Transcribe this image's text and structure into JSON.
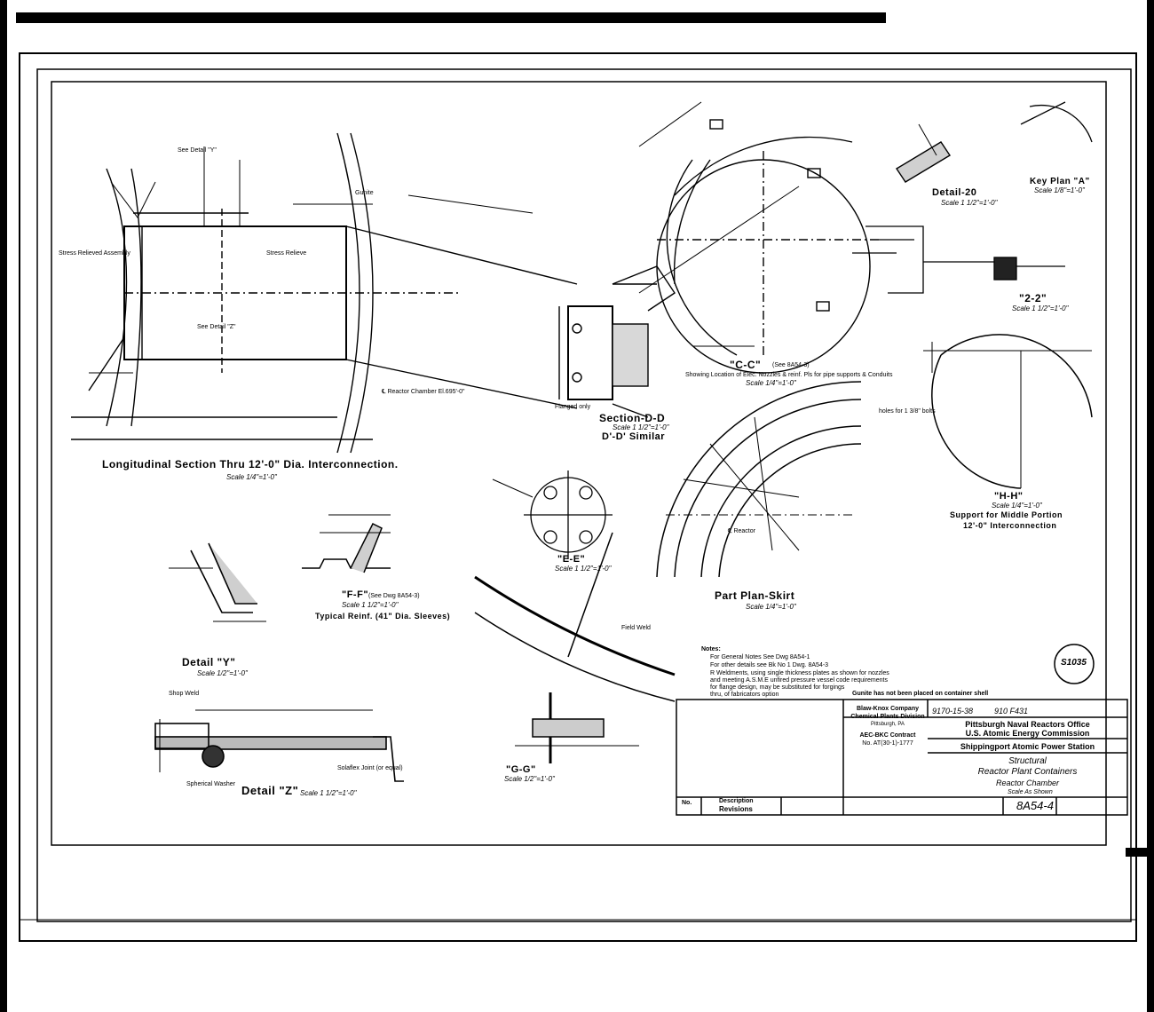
{
  "titles": {
    "longitudinal_section": "Longitudinal Section Thru 12'-0\" Dia. Interconnection.",
    "section_dd": "Section-D-D",
    "dd_similar": "D'-D' Similar",
    "cc": "\"C-C\"",
    "cc_ref": "(See 8A54-3)",
    "cc_sub": "Showing Location of Elec. Nozzles & reinf. Pls for pipe supports & Conduits",
    "detail_20": "Detail-20",
    "key_plan_a": "Key Plan \"A\"",
    "two_two": "\"2-2\"",
    "hh": "\"H-H\"",
    "hh_sub1": "Support for Middle Portion",
    "hh_sub2": "12'-0\" Interconnection",
    "ee": "\"E-E\"",
    "part_plan": "Part Plan-Skirt",
    "ff": "\"F-F\"",
    "ff_ref": "(See Dwg 8A54-3)",
    "typical_reinf": "Typical Reinf. (41\" Dia. Sleeves)",
    "detail_y": "Detail \"Y\"",
    "detail_z": "Detail \"Z\"",
    "gg": "\"G-G\""
  },
  "scales": {
    "longitudinal": "Scale 1/4\"=1'-0\"",
    "dd": "Scale 1 1/2\"=1'-0\"",
    "cc": "Scale 1/4\"=1'-0\"",
    "detail_20": "Scale 1 1/2\"=1'-0\"",
    "key_plan": "Scale 1/8\"=1'-0\"",
    "two_two": "Scale 1 1/2\"=1'-0\"",
    "hh": "Scale 1/4\"=1'-0\"",
    "ee": "Scale 1 1/2\"=1'-0\"",
    "part_plan": "Scale 1/4\"=1'-0\"",
    "ff": "Scale 1 1/2\"=1'-0\"",
    "detail_y": "Scale 1/2\"=1'-0\"",
    "detail_z": "Scale 1 1/2\"=1'-0\"",
    "gg": "Scale 1/2\"=1'-0\""
  },
  "annotations": {
    "gunite": "Gunite",
    "stress_relieve": "Stress Relieve",
    "stress_relieved_assembly": "Stress Relieved Assembly",
    "see_detail_y": "See Detail \"Y\"",
    "see_detail_z": "See Detail \"Z\"",
    "reactor": "℄ Reactor",
    "reactor_chamber_el": "℄ Reactor Chamber El.695'-0\"",
    "flanged_only": "Flanged only",
    "shop_weld": "Shop Weld",
    "field_weld": "Field Weld",
    "spherical_washer": "Spherical Washer",
    "solaflex": "Solaflex Joint (or equal)",
    "holes": "holes for 1 3/8\" bolts",
    "notes_title": "Notes:",
    "note1": "For General Notes See Dwg 8A54-1",
    "note2": "For other details see Bk No 1 Dwg. 8A54-3",
    "note3": "R Weldments, using single thickness plates as shown for nozzles",
    "note4": "and meeting A.S.M.E unfired pressure vessel code requirements",
    "note5": "for flange design, may be substituted for forgings",
    "note6": "thru, of fabricators option",
    "note7": "Gunite has not been placed on container shell",
    "stamp": "S1035"
  },
  "title_block": {
    "company1": "Blaw-Knox Company",
    "company2": "Chemical Plants Division",
    "company3": "Pittsburgh, PA",
    "contract1": "AEC-BKC Contract",
    "contract2": "No. AT(30-1)-1777",
    "job1": "9170-15-38",
    "job2": "910 F431",
    "office1": "Pittsburgh Naval Reactors Office",
    "office2": "U.S. Atomic Energy Commission",
    "station": "Shippingport Atomic Power Station",
    "subject1": "Structural",
    "subject2": "Reactor Plant Containers",
    "subject3": "Reactor Chamber",
    "scale_note": "Scale As Shown",
    "drawing_no": "8A54-4",
    "revisions": "Revisions",
    "description": "Description",
    "no": "No."
  }
}
